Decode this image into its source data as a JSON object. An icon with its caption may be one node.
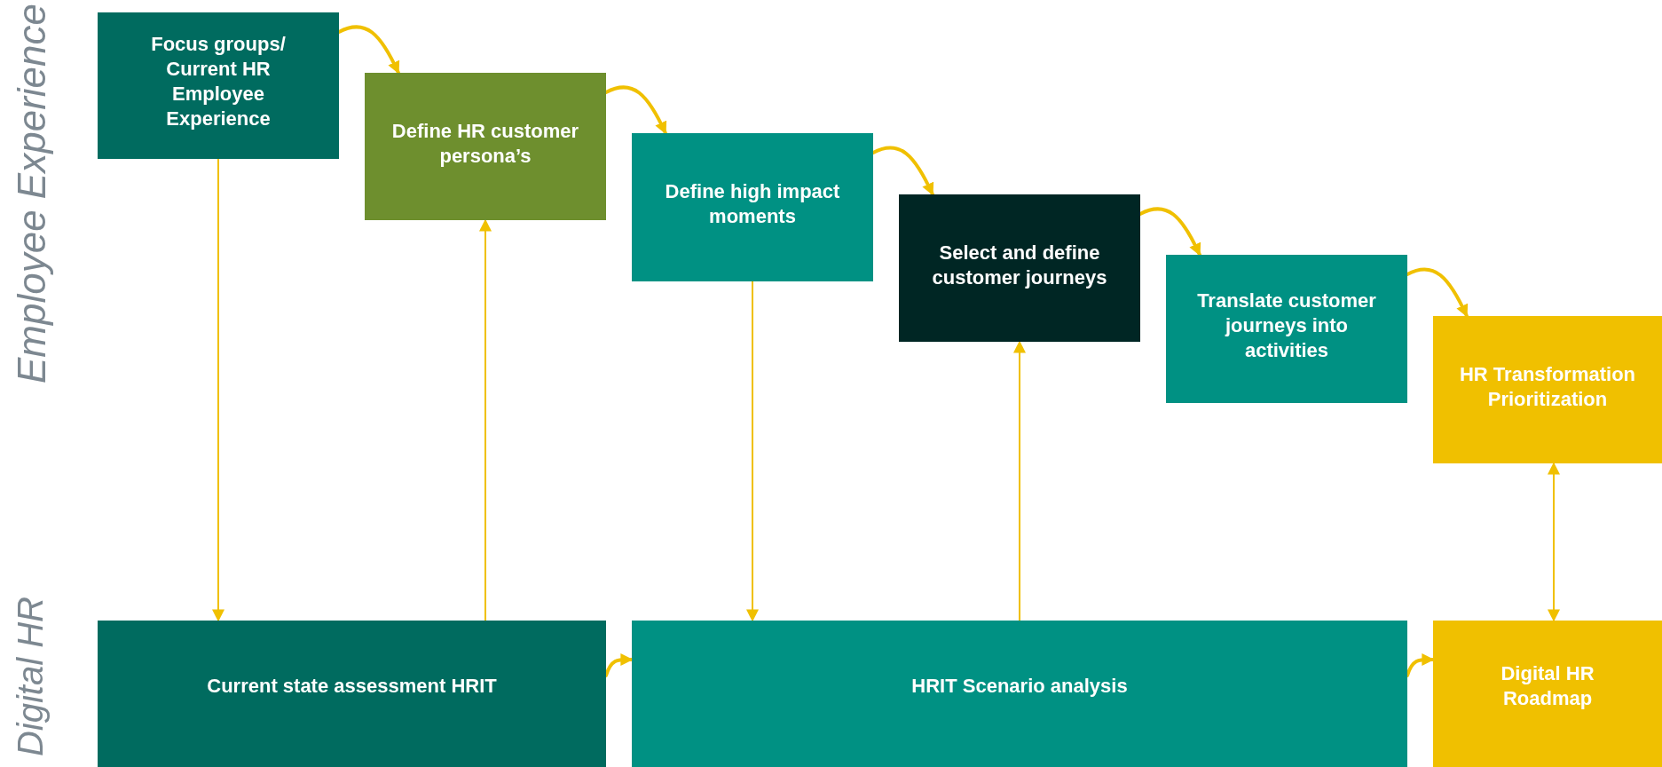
{
  "diagram": {
    "nodes": [
      {
        "text": [
          "Focus groups/ Current HR Employee Experience"
        ]
      },
      {
        "text": [
          "Define HR customer persona’s"
        ]
      },
      {
        "text": [
          "Define high impact moments"
        ]
      },
      {
        "text": [
          "Select and define customer journeys"
        ]
      },
      {
        "text": [
          "Translate customer journeys into activities"
        ]
      },
      {
        "text": [
          "HR Transformation Prioritization"
        ]
      },
      {
        "text": [
          "Current state assessment HRIT"
        ]
      },
      {
        "text": [
          "HRIT Scenario analysis"
        ]
      },
      {
        "text": [
          "Digital HR Roadmap"
        ]
      }
    ],
    "edges": [
      {
        "from": 0,
        "to": 1,
        "arrow": "to"
      },
      {
        "from": 1,
        "to": 2,
        "arrow": "to"
      },
      {
        "from": 2,
        "to": 3,
        "arrow": "to"
      },
      {
        "from": 3,
        "to": 4,
        "arrow": "to"
      },
      {
        "from": 4,
        "to": 5,
        "arrow": "to"
      },
      {
        "from": 0,
        "to": 6,
        "arrow": "to"
      },
      {
        "from": 6,
        "to": 1,
        "arrow": "to"
      },
      {
        "from": 2,
        "to": 7,
        "arrow": "to"
      },
      {
        "from": 7,
        "to": 3,
        "arrow": "to"
      },
      {
        "from": 5,
        "to": 8,
        "arrow": "both"
      },
      {
        "from": 6,
        "to": 7,
        "arrow": "to"
      },
      {
        "from": 7,
        "to": 8,
        "arrow": "to"
      }
    ],
    "labels": [
      "Employee Experience",
      "Digital HR"
    ]
  }
}
